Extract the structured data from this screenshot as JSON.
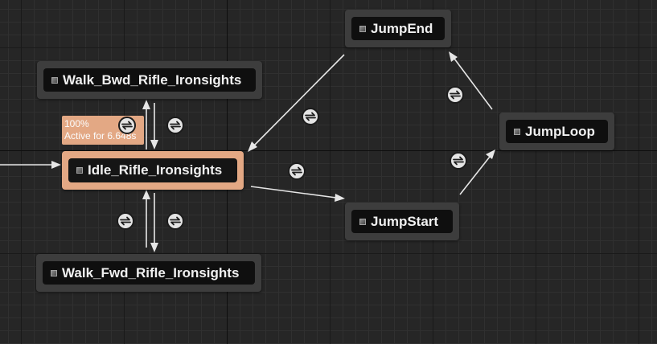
{
  "graph": {
    "states": {
      "walk_bwd": "Walk_Bwd_Rifle_Ironsights",
      "idle": "Idle_Rifle_Ironsights",
      "walk_fwd": "Walk_Fwd_Rifle_Ironsights",
      "jump_end": "JumpEnd",
      "jump_loop": "JumpLoop",
      "jump_start": "JumpStart"
    },
    "active_state": {
      "weight": "100%",
      "active_for": "Active for 6.648s"
    },
    "colors": {
      "active_state": "#e3a884",
      "state_node": "#3d3d3d",
      "wire": "#e6e6e6",
      "background": "#262626"
    },
    "icons": {
      "state": "state-node-icon",
      "transition": "transition-rule-icon"
    }
  }
}
